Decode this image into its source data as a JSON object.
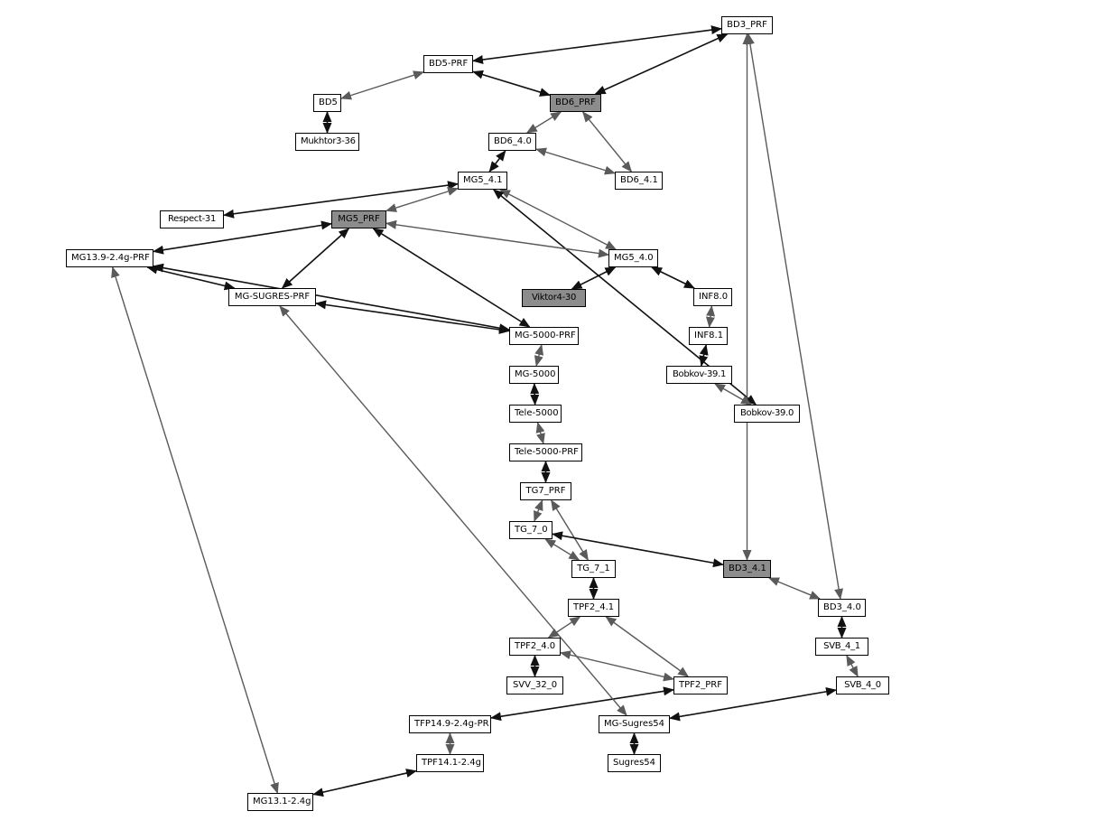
{
  "colors": {
    "node_fill": "#ffffff",
    "node_selected_fill": "#8c8c8c",
    "edge_dark": "#111111",
    "edge_gray": "#5a5a5a"
  },
  "nodes": [
    {
      "id": "BD3_PRF",
      "label": "BD3_PRF",
      "selected": false
    },
    {
      "id": "BD5-PRF",
      "label": "BD5-PRF",
      "selected": false
    },
    {
      "id": "BD5",
      "label": "BD5",
      "selected": false
    },
    {
      "id": "BD6_PRF",
      "label": "BD6_PRF",
      "selected": true
    },
    {
      "id": "Mukhtor3-36",
      "label": "Mukhtor3-36",
      "selected": false
    },
    {
      "id": "BD6_4.0",
      "label": "BD6_4.0",
      "selected": false
    },
    {
      "id": "BD6_4.1",
      "label": "BD6_4.1",
      "selected": false
    },
    {
      "id": "MG5_4.1",
      "label": "MG5_4.1",
      "selected": false
    },
    {
      "id": "Respect-31",
      "label": "Respect-31",
      "selected": false
    },
    {
      "id": "MG5_PRF",
      "label": "MG5_PRF",
      "selected": true
    },
    {
      "id": "MG13.9-2.4g-PRF",
      "label": "MG13.9-2.4g-PRF",
      "selected": false
    },
    {
      "id": "MG5_4.0",
      "label": "MG5_4.0",
      "selected": false
    },
    {
      "id": "MG-SUGRES-PRF",
      "label": "MG-SUGRES-PRF",
      "selected": false
    },
    {
      "id": "Viktor4-30",
      "label": "Viktor4-30",
      "selected": true
    },
    {
      "id": "INF8.0",
      "label": "INF8.0",
      "selected": false
    },
    {
      "id": "MG-5000-PRF",
      "label": "MG-5000-PRF",
      "selected": false
    },
    {
      "id": "INF8.1",
      "label": "INF8.1",
      "selected": false
    },
    {
      "id": "MG-5000",
      "label": "MG-5000",
      "selected": false
    },
    {
      "id": "Bobkov-39.1",
      "label": "Bobkov-39.1",
      "selected": false
    },
    {
      "id": "Bobkov-39.0",
      "label": "Bobkov-39.0",
      "selected": false
    },
    {
      "id": "Tele-5000",
      "label": "Tele-5000",
      "selected": false
    },
    {
      "id": "Tele-5000-PRF",
      "label": "Tele-5000-PRF",
      "selected": false
    },
    {
      "id": "TG7_PRF",
      "label": "TG7_PRF",
      "selected": false
    },
    {
      "id": "TG_7_0",
      "label": "TG_7_0",
      "selected": false
    },
    {
      "id": "TG_7_1",
      "label": "TG_7_1",
      "selected": false
    },
    {
      "id": "BD3_4.1",
      "label": "BD3_4.1",
      "selected": true
    },
    {
      "id": "TPF2_4.1",
      "label": "TPF2_4.1",
      "selected": false
    },
    {
      "id": "BD3_4.0",
      "label": "BD3_4.0",
      "selected": false
    },
    {
      "id": "TPF2_4.0",
      "label": "TPF2_4.0",
      "selected": false
    },
    {
      "id": "SVB_4_1",
      "label": "SVB_4_1",
      "selected": false
    },
    {
      "id": "SVV_32_0",
      "label": "SVV_32_0",
      "selected": false
    },
    {
      "id": "TPF2_PRF",
      "label": "TPF2_PRF",
      "selected": false
    },
    {
      "id": "SVB_4_0",
      "label": "SVB_4_0",
      "selected": false
    },
    {
      "id": "TFP14.9-2.4g-PR",
      "label": "TFP14.9-2.4g-PR",
      "selected": false
    },
    {
      "id": "MG-Sugres54",
      "label": "MG-Sugres54",
      "selected": false
    },
    {
      "id": "TPF14.1-2.4g",
      "label": "TPF14.1-2.4g",
      "selected": false
    },
    {
      "id": "Sugres54",
      "label": "Sugres54",
      "selected": false
    },
    {
      "id": "MG13.1-2.4g",
      "label": "MG13.1-2.4g",
      "selected": false
    }
  ],
  "edges": [
    {
      "from": "BD5-PRF",
      "to": "BD3_PRF",
      "style": "dark"
    },
    {
      "from": "BD6_PRF",
      "to": "BD3_PRF",
      "style": "dark"
    },
    {
      "from": "BD5-PRF",
      "to": "BD6_PRF",
      "style": "dark"
    },
    {
      "from": "BD5",
      "to": "BD5-PRF",
      "style": "gray"
    },
    {
      "from": "BD5",
      "to": "Mukhtor3-36",
      "style": "dark"
    },
    {
      "from": "BD6_4.0",
      "to": "BD6_PRF",
      "style": "gray"
    },
    {
      "from": "BD6_PRF",
      "to": "BD6_4.1",
      "style": "gray"
    },
    {
      "from": "BD6_4.0",
      "to": "BD6_4.1",
      "style": "gray"
    },
    {
      "from": "MG5_4.1",
      "to": "BD6_4.0",
      "style": "dark"
    },
    {
      "from": "MG5_4.1",
      "to": "Respect-31",
      "style": "dark"
    },
    {
      "from": "MG5_4.1",
      "to": "MG5_PRF",
      "style": "gray"
    },
    {
      "from": "MG5_4.1",
      "to": "MG5_4.0",
      "style": "gray"
    },
    {
      "from": "MG5_4.1",
      "to": "Bobkov-39.0",
      "style": "dark"
    },
    {
      "from": "MG5_PRF",
      "to": "MG13.9-2.4g-PRF",
      "style": "dark"
    },
    {
      "from": "MG5_PRF",
      "to": "MG-SUGRES-PRF",
      "style": "dark"
    },
    {
      "from": "MG5_PRF",
      "to": "MG-5000-PRF",
      "style": "dark"
    },
    {
      "from": "MG5_PRF",
      "to": "MG5_4.0",
      "style": "gray"
    },
    {
      "from": "MG13.9-2.4g-PRF",
      "to": "MG-SUGRES-PRF",
      "style": "dark"
    },
    {
      "from": "MG-5000-PRF",
      "to": "MG13.9-2.4g-PRF",
      "style": "dark"
    },
    {
      "from": "MG-5000-PRF",
      "to": "MG-SUGRES-PRF",
      "style": "dark"
    },
    {
      "from": "MG5_4.0",
      "to": "Viktor4-30",
      "style": "dark"
    },
    {
      "from": "MG5_4.0",
      "to": "INF8.0",
      "style": "dark"
    },
    {
      "from": "INF8.0",
      "to": "INF8.1",
      "style": "gray"
    },
    {
      "from": "INF8.1",
      "to": "Bobkov-39.1",
      "style": "dark"
    },
    {
      "from": "Bobkov-39.1",
      "to": "Bobkov-39.0",
      "style": "gray"
    },
    {
      "from": "MG-5000-PRF",
      "to": "MG-5000",
      "style": "gray"
    },
    {
      "from": "MG-5000",
      "to": "Tele-5000",
      "style": "dark"
    },
    {
      "from": "Tele-5000",
      "to": "Tele-5000-PRF",
      "style": "gray"
    },
    {
      "from": "Tele-5000-PRF",
      "to": "TG7_PRF",
      "style": "dark"
    },
    {
      "from": "TG7_PRF",
      "to": "TG_7_0",
      "style": "gray"
    },
    {
      "from": "TG7_PRF",
      "to": "TG_7_1",
      "style": "gray"
    },
    {
      "from": "TG_7_0",
      "to": "TG_7_1",
      "style": "gray"
    },
    {
      "from": "TG_7_0",
      "to": "BD3_4.1",
      "style": "dark"
    },
    {
      "from": "BD3_PRF",
      "to": "BD3_4.1",
      "style": "gray"
    },
    {
      "from": "BD3_PRF",
      "to": "BD3_4.0",
      "style": "gray"
    },
    {
      "from": "BD3_4.1",
      "to": "BD3_4.0",
      "style": "gray"
    },
    {
      "from": "TG_7_1",
      "to": "TPF2_4.1",
      "style": "dark"
    },
    {
      "from": "TPF2_4.1",
      "to": "TPF2_4.0",
      "style": "gray"
    },
    {
      "from": "TPF2_4.1",
      "to": "TPF2_PRF",
      "style": "gray"
    },
    {
      "from": "TPF2_4.0",
      "to": "TPF2_PRF",
      "style": "gray"
    },
    {
      "from": "TPF2_4.0",
      "to": "SVV_32_0",
      "style": "dark"
    },
    {
      "from": "BD3_4.0",
      "to": "SVB_4_1",
      "style": "dark"
    },
    {
      "from": "SVB_4_1",
      "to": "SVB_4_0",
      "style": "gray"
    },
    {
      "from": "TPF2_PRF",
      "to": "TFP14.9-2.4g-PR",
      "style": "dark"
    },
    {
      "from": "MG-SUGRES-PRF",
      "to": "MG-Sugres54",
      "style": "gray"
    },
    {
      "from": "SVB_4_0",
      "to": "MG-Sugres54",
      "style": "dark"
    },
    {
      "from": "MG-Sugres54",
      "to": "Sugres54",
      "style": "dark"
    },
    {
      "from": "TFP14.9-2.4g-PR",
      "to": "TPF14.1-2.4g",
      "style": "gray"
    },
    {
      "from": "TPF14.1-2.4g",
      "to": "MG13.1-2.4g",
      "style": "dark"
    },
    {
      "from": "MG13.9-2.4g-PRF",
      "to": "MG13.1-2.4g",
      "style": "gray"
    }
  ]
}
